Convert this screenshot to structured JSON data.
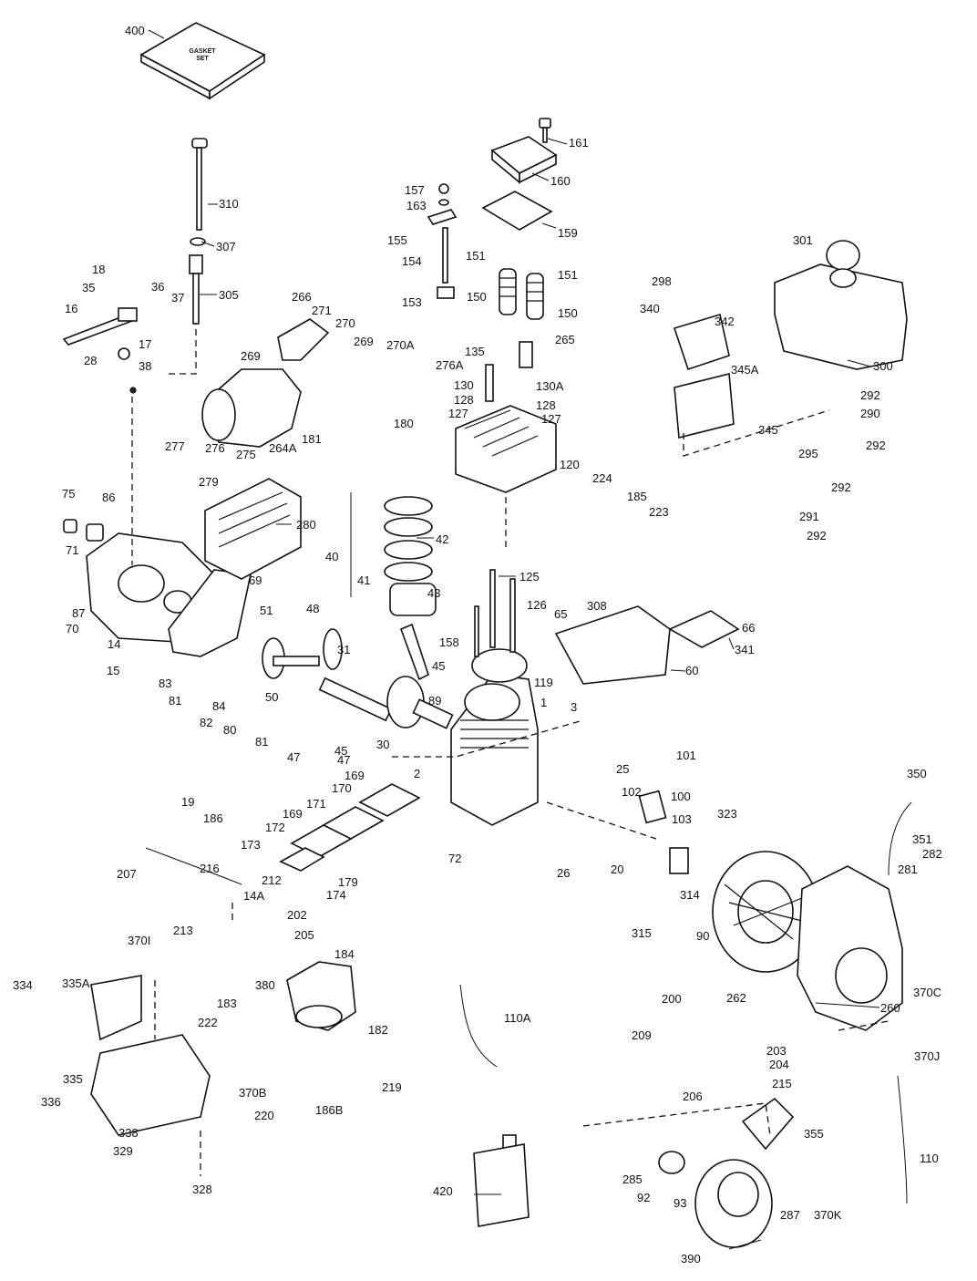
{
  "diagram": {
    "gasket_box_text": [
      "GASKET",
      "SET"
    ],
    "labels": [
      "400",
      "161",
      "160",
      "157",
      "163",
      "159",
      "155",
      "154",
      "151",
      "151",
      "153",
      "150",
      "150",
      "310",
      "307",
      "305",
      "18",
      "35",
      "36",
      "37",
      "16",
      "17",
      "28",
      "38",
      "266",
      "271",
      "270",
      "269",
      "269",
      "270A",
      "276A",
      "265",
      "135",
      "130",
      "130A",
      "128",
      "127",
      "128",
      "127",
      "298",
      "340",
      "342",
      "345A",
      "345",
      "301",
      "300",
      "292",
      "290",
      "292",
      "295",
      "292",
      "291",
      "292",
      "277",
      "276",
      "275",
      "264A",
      "181",
      "180",
      "279",
      "120",
      "224",
      "185",
      "223",
      "75",
      "86",
      "71",
      "280",
      "42",
      "40",
      "41",
      "43",
      "125",
      "126",
      "158",
      "65",
      "308",
      "66",
      "341",
      "87",
      "69",
      "70",
      "51",
      "48",
      "14",
      "15",
      "31",
      "45",
      "60",
      "119",
      "83",
      "81",
      "84",
      "82",
      "50",
      "89",
      "1",
      "3",
      "80",
      "81",
      "47",
      "47",
      "45",
      "30",
      "25",
      "101",
      "2",
      "169",
      "170",
      "102",
      "100",
      "350",
      "19",
      "186",
      "171",
      "169",
      "103",
      "323",
      "172",
      "173",
      "72",
      "20",
      "26",
      "351",
      "282",
      "207",
      "216",
      "212",
      "179",
      "174",
      "281",
      "314",
      "14A",
      "202",
      "213",
      "205",
      "315",
      "90",
      "370I",
      "184",
      "334",
      "335A",
      "380",
      "260",
      "370C",
      "183",
      "222",
      "182",
      "200",
      "262",
      "110A",
      "209",
      "203",
      "204",
      "370J",
      "215",
      "335",
      "219",
      "336",
      "370B",
      "186B",
      "206",
      "338",
      "220",
      "355",
      "329",
      "110",
      "328",
      "420",
      "285",
      "92",
      "93",
      "287",
      "370K",
      "390"
    ]
  }
}
